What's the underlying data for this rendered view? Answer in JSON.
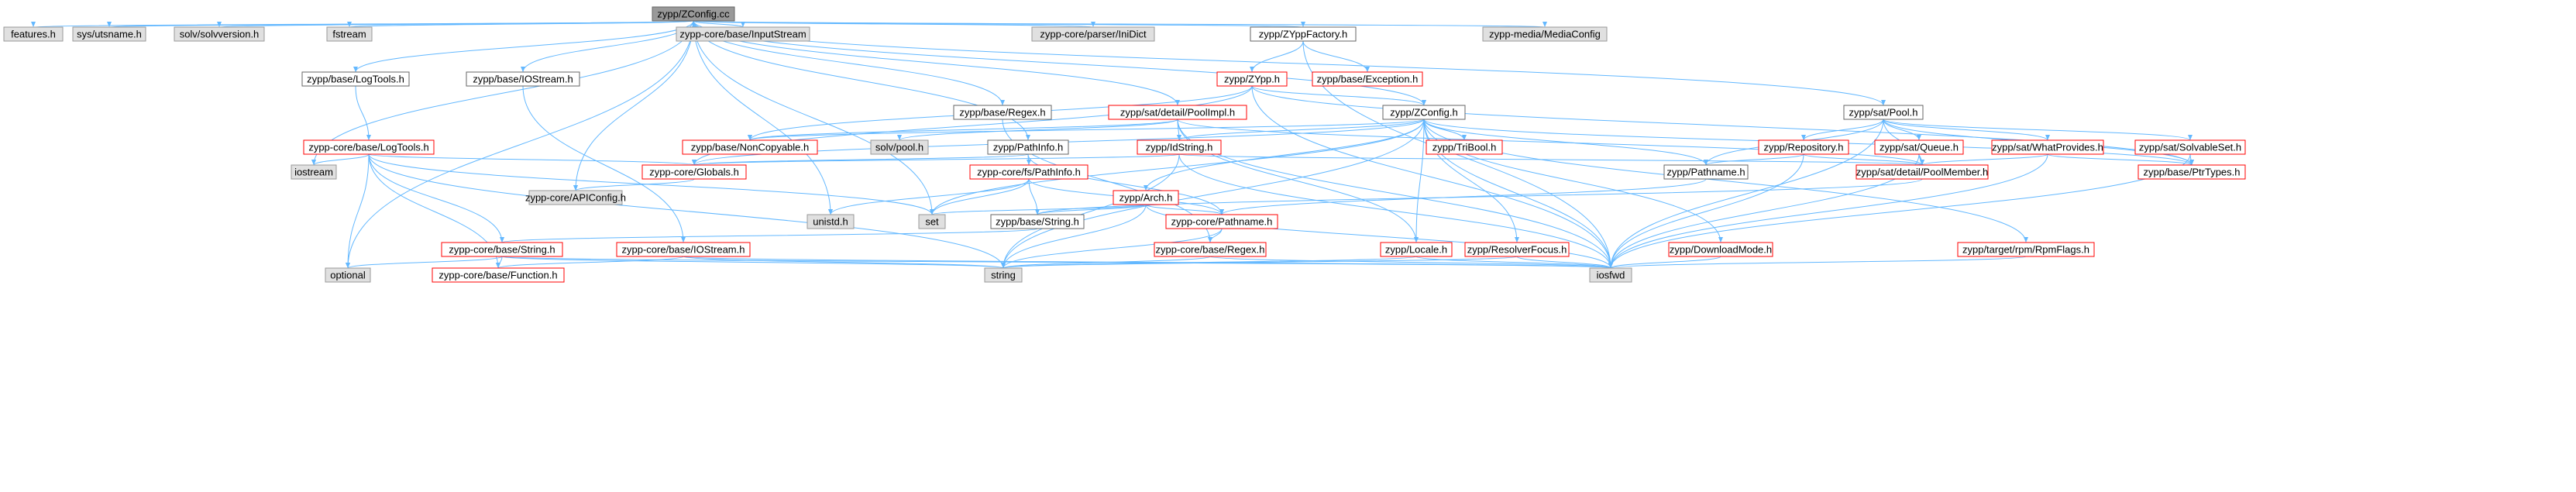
{
  "colors": {
    "root_fill": "#999999",
    "internal_fill": "#ffffff",
    "internal_stroke": "#666666",
    "missing_fill": "#e0e0e0",
    "missing_stroke": "#999999",
    "red_stroke": "#ff0000",
    "edge": "#63b8ff",
    "text": "#000000"
  },
  "nodes": [
    {
      "id": "n_root",
      "label": "zypp/ZConfig.cc",
      "kind": "root"
    },
    {
      "id": "n_features",
      "label": "features.h",
      "kind": "missing"
    },
    {
      "id": "n_utsname",
      "label": "sys/utsname.h",
      "kind": "missing"
    },
    {
      "id": "n_solvversion",
      "label": "solv/solvversion.h",
      "kind": "missing"
    },
    {
      "id": "n_fstream",
      "label": "fstream",
      "kind": "missing"
    },
    {
      "id": "n_inputstream",
      "label": "zypp-core/base/InputStream",
      "kind": "missing"
    },
    {
      "id": "n_inidict",
      "label": "zypp-core/parser/IniDict",
      "kind": "missing"
    },
    {
      "id": "n_zyppfactory",
      "label": "zypp/ZYppFactory.h",
      "kind": "internal"
    },
    {
      "id": "n_mediaconfig",
      "label": "zypp-media/MediaConfig",
      "kind": "missing"
    },
    {
      "id": "n_logtools",
      "label": "zypp/base/LogTools.h",
      "kind": "internal"
    },
    {
      "id": "n_iostream_h",
      "label": "zypp/base/IOStream.h",
      "kind": "internal"
    },
    {
      "id": "n_zypp",
      "label": "zypp/ZYpp.h",
      "kind": "red"
    },
    {
      "id": "n_exception",
      "label": "zypp/base/Exception.h",
      "kind": "red"
    },
    {
      "id": "n_regex_h",
      "label": "zypp/base/Regex.h",
      "kind": "internal"
    },
    {
      "id": "n_poolimpl",
      "label": "zypp/sat/detail/PoolImpl.h",
      "kind": "red"
    },
    {
      "id": "n_zconfig_h",
      "label": "zypp/ZConfig.h",
      "kind": "internal"
    },
    {
      "id": "n_satpool",
      "label": "zypp/sat/Pool.h",
      "kind": "internal"
    },
    {
      "id": "n_core_logtools",
      "label": "zypp-core/base/LogTools.h",
      "kind": "red"
    },
    {
      "id": "n_noncopyable",
      "label": "zypp/base/NonCopyable.h",
      "kind": "red"
    },
    {
      "id": "n_solvpool",
      "label": "solv/pool.h",
      "kind": "missing"
    },
    {
      "id": "n_pathinfo",
      "label": "zypp/PathInfo.h",
      "kind": "internal"
    },
    {
      "id": "n_idstring",
      "label": "zypp/IdString.h",
      "kind": "red"
    },
    {
      "id": "n_tribool",
      "label": "zypp/TriBool.h",
      "kind": "red"
    },
    {
      "id": "n_repository",
      "label": "zypp/Repository.h",
      "kind": "red"
    },
    {
      "id": "n_satqueue",
      "label": "zypp/sat/Queue.h",
      "kind": "red"
    },
    {
      "id": "n_whatprovides",
      "label": "zypp/sat/WhatProvides.h",
      "kind": "red"
    },
    {
      "id": "n_solvableset",
      "label": "zypp/sat/SolvableSet.h",
      "kind": "red"
    },
    {
      "id": "n_iostream",
      "label": "iostream",
      "kind": "missing"
    },
    {
      "id": "n_globals",
      "label": "zypp-core/Globals.h",
      "kind": "red"
    },
    {
      "id": "n_fspathinfo",
      "label": "zypp-core/fs/PathInfo.h",
      "kind": "red"
    },
    {
      "id": "n_pathname_h",
      "label": "zypp/Pathname.h",
      "kind": "internal"
    },
    {
      "id": "n_poolmember",
      "label": "zypp/sat/detail/PoolMember.h",
      "kind": "red"
    },
    {
      "id": "n_ptrtypes",
      "label": "zypp/base/PtrTypes.h",
      "kind": "red"
    },
    {
      "id": "n_arch",
      "label": "zypp/Arch.h",
      "kind": "red"
    },
    {
      "id": "n_apiconfig",
      "label": "zypp-core/APIConfig.h",
      "kind": "missing"
    },
    {
      "id": "n_unistd",
      "label": "unistd.h",
      "kind": "missing"
    },
    {
      "id": "n_set",
      "label": "set",
      "kind": "missing"
    },
    {
      "id": "n_base_string",
      "label": "zypp/base/String.h",
      "kind": "internal"
    },
    {
      "id": "n_core_pathname",
      "label": "zypp-core/Pathname.h",
      "kind": "red"
    },
    {
      "id": "n_core_string",
      "label": "zypp-core/base/String.h",
      "kind": "red"
    },
    {
      "id": "n_core_iostream",
      "label": "zypp-core/base/IOStream.h",
      "kind": "red"
    },
    {
      "id": "n_core_regex",
      "label": "zypp-core/base/Regex.h",
      "kind": "red"
    },
    {
      "id": "n_locale",
      "label": "zypp/Locale.h",
      "kind": "red"
    },
    {
      "id": "n_resolverfocus",
      "label": "zypp/ResolverFocus.h",
      "kind": "red"
    },
    {
      "id": "n_downloadmode",
      "label": "zypp/DownloadMode.h",
      "kind": "red"
    },
    {
      "id": "n_rpmflags",
      "label": "zypp/target/rpm/RpmFlags.h",
      "kind": "red"
    },
    {
      "id": "n_optional",
      "label": "optional",
      "kind": "missing"
    },
    {
      "id": "n_function",
      "label": "zypp-core/base/Function.h",
      "kind": "red"
    },
    {
      "id": "n_string",
      "label": "string",
      "kind": "missing"
    },
    {
      "id": "n_iosfwd",
      "label": "iosfwd",
      "kind": "missing"
    }
  ],
  "edges": [
    [
      "n_root",
      "n_features"
    ],
    [
      "n_root",
      "n_utsname"
    ],
    [
      "n_root",
      "n_solvversion"
    ],
    [
      "n_root",
      "n_fstream"
    ],
    [
      "n_root",
      "n_inputstream"
    ],
    [
      "n_root",
      "n_inidict"
    ],
    [
      "n_root",
      "n_zyppfactory"
    ],
    [
      "n_root",
      "n_mediaconfig"
    ],
    [
      "n_root",
      "n_logtools"
    ],
    [
      "n_root",
      "n_iostream_h"
    ],
    [
      "n_root",
      "n_regex_h"
    ],
    [
      "n_root",
      "n_poolimpl"
    ],
    [
      "n_root",
      "n_zconfig_h"
    ],
    [
      "n_root",
      "n_satpool"
    ],
    [
      "n_root",
      "n_pathinfo"
    ],
    [
      "n_root",
      "n_iostream"
    ],
    [
      "n_root",
      "n_optional"
    ],
    [
      "n_root",
      "n_apiconfig"
    ],
    [
      "n_root",
      "n_unistd"
    ],
    [
      "n_root",
      "n_set"
    ],
    [
      "n_zyppfactory",
      "n_zypp"
    ],
    [
      "n_zyppfactory",
      "n_exception"
    ],
    [
      "n_zyppfactory",
      "n_iosfwd"
    ],
    [
      "n_logtools",
      "n_core_logtools"
    ],
    [
      "n_iostream_h",
      "n_core_iostream"
    ],
    [
      "n_zypp",
      "n_noncopyable"
    ],
    [
      "n_zypp",
      "n_ptrtypes"
    ],
    [
      "n_zypp",
      "n_globals"
    ],
    [
      "n_zypp",
      "n_zconfig_h"
    ],
    [
      "n_zypp",
      "n_iosfwd"
    ],
    [
      "n_regex_h",
      "n_core_regex"
    ],
    [
      "n_poolimpl",
      "n_noncopyable"
    ],
    [
      "n_poolimpl",
      "n_idstring"
    ],
    [
      "n_poolimpl",
      "n_locale"
    ],
    [
      "n_poolimpl",
      "n_poolmember"
    ],
    [
      "n_poolimpl",
      "n_iosfwd"
    ],
    [
      "n_poolimpl",
      "n_solvpool"
    ],
    [
      "n_zconfig_h",
      "n_noncopyable"
    ],
    [
      "n_zconfig_h",
      "n_tribool"
    ],
    [
      "n_zconfig_h",
      "n_idstring"
    ],
    [
      "n_zconfig_h",
      "n_pathname_h"
    ],
    [
      "n_zconfig_h",
      "n_arch"
    ],
    [
      "n_zconfig_h",
      "n_locale"
    ],
    [
      "n_zconfig_h",
      "n_resolverfocus"
    ],
    [
      "n_zconfig_h",
      "n_downloadmode"
    ],
    [
      "n_zconfig_h",
      "n_rpmflags"
    ],
    [
      "n_zconfig_h",
      "n_iosfwd"
    ],
    [
      "n_zconfig_h",
      "n_set"
    ],
    [
      "n_zconfig_h",
      "n_string"
    ],
    [
      "n_zconfig_h",
      "n_globals"
    ],
    [
      "n_zconfig_h",
      "n_ptrtypes"
    ],
    [
      "n_satpool",
      "n_repository"
    ],
    [
      "n_satpool",
      "n_satqueue"
    ],
    [
      "n_satpool",
      "n_whatprovides"
    ],
    [
      "n_satpool",
      "n_solvableset"
    ],
    [
      "n_satpool",
      "n_iosfwd"
    ],
    [
      "n_satpool",
      "n_poolmember"
    ],
    [
      "n_satpool",
      "n_ptrtypes"
    ],
    [
      "n_satpool",
      "n_pathname_h"
    ],
    [
      "n_core_logtools",
      "n_iostream"
    ],
    [
      "n_core_logtools",
      "n_globals"
    ],
    [
      "n_core_logtools",
      "n_optional"
    ],
    [
      "n_core_logtools",
      "n_core_string"
    ],
    [
      "n_core_logtools",
      "n_function"
    ],
    [
      "n_core_logtools",
      "n_set"
    ],
    [
      "n_core_logtools",
      "n_string"
    ],
    [
      "n_pathinfo",
      "n_fspathinfo"
    ],
    [
      "n_pathinfo",
      "n_core_pathname"
    ],
    [
      "n_pathinfo",
      "n_globals"
    ],
    [
      "n_idstring",
      "n_globals"
    ],
    [
      "n_idstring",
      "n_poolmember"
    ],
    [
      "n_idstring",
      "n_string"
    ],
    [
      "n_idstring",
      "n_iosfwd"
    ],
    [
      "n_repository",
      "n_pathname_h"
    ],
    [
      "n_repository",
      "n_poolmember"
    ],
    [
      "n_repository",
      "n_iosfwd"
    ],
    [
      "n_satqueue",
      "n_poolmember"
    ],
    [
      "n_satqueue",
      "n_iosfwd"
    ],
    [
      "n_whatprovides",
      "n_poolmember"
    ],
    [
      "n_whatprovides",
      "n_ptrtypes"
    ],
    [
      "n_whatprovides",
      "n_iosfwd"
    ],
    [
      "n_solvableset",
      "n_ptrtypes"
    ],
    [
      "n_solvableset",
      "n_iosfwd"
    ],
    [
      "n_globals",
      "n_apiconfig"
    ],
    [
      "n_fspathinfo",
      "n_base_string"
    ],
    [
      "n_fspathinfo",
      "n_set"
    ],
    [
      "n_fspathinfo",
      "n_core_pathname"
    ],
    [
      "n_fspathinfo",
      "n_unistd"
    ],
    [
      "n_pathname_h",
      "n_core_pathname"
    ],
    [
      "n_poolmember",
      "n_base_string"
    ],
    [
      "n_arch",
      "n_base_string"
    ],
    [
      "n_arch",
      "n_set"
    ],
    [
      "n_arch",
      "n_string"
    ],
    [
      "n_arch",
      "n_iosfwd"
    ],
    [
      "n_arch",
      "n_core_pathname"
    ],
    [
      "n_base_string",
      "n_core_string"
    ],
    [
      "n_core_pathname",
      "n_string"
    ],
    [
      "n_core_pathname",
      "n_core_regex"
    ],
    [
      "n_core_string",
      "n_optional"
    ],
    [
      "n_core_string",
      "n_function"
    ],
    [
      "n_core_string",
      "n_string"
    ],
    [
      "n_core_string",
      "n_iosfwd"
    ],
    [
      "n_core_iostream",
      "n_function"
    ],
    [
      "n_core_iostream",
      "n_iosfwd"
    ],
    [
      "n_core_iostream",
      "n_string"
    ],
    [
      "n_core_regex",
      "n_string"
    ],
    [
      "n_core_regex",
      "n_iosfwd"
    ],
    [
      "n_locale",
      "n_string"
    ],
    [
      "n_locale",
      "n_iosfwd"
    ],
    [
      "n_resolverfocus",
      "n_string"
    ],
    [
      "n_resolverfocus",
      "n_iosfwd"
    ],
    [
      "n_downloadmode",
      "n_iosfwd"
    ],
    [
      "n_rpmflags",
      "n_iosfwd"
    ]
  ]
}
